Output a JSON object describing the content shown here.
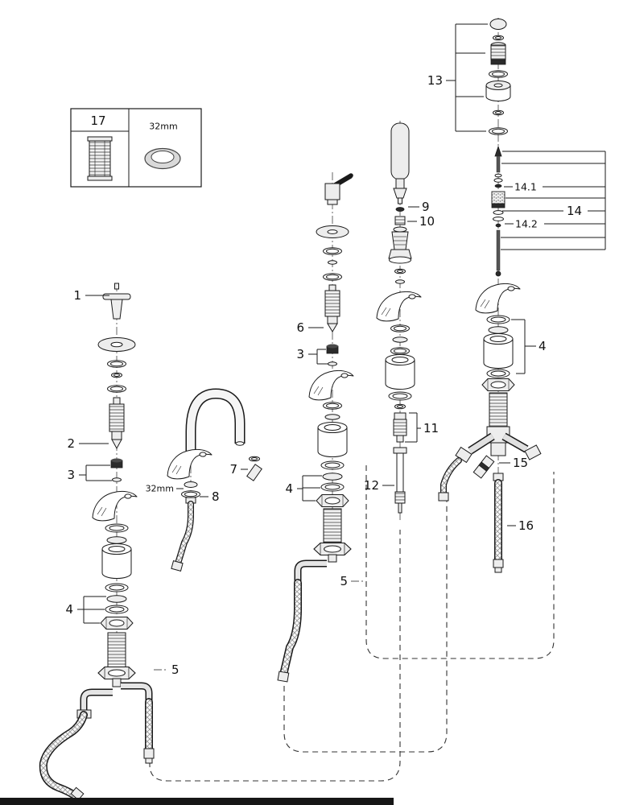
{
  "colors": {
    "background": "#ffffff",
    "line": "#1a1a1a",
    "fill_light": "#ededed",
    "fill_dark": "#2b2b2b"
  },
  "inset": {
    "part_label": "17",
    "dimension_label": "32mm"
  },
  "callouts": {
    "c1": "1",
    "c2": "2",
    "c3_left": "3",
    "c4_left": "4",
    "c5_left": "5",
    "c6": "6",
    "c3_mid": "3",
    "c4_mid": "4",
    "c5_mid": "5",
    "c7": "7",
    "c8": "8",
    "c8_dim": "32mm",
    "c9": "9",
    "c10": "10",
    "c11": "11",
    "c12": "12",
    "c13": "13",
    "c14": "14",
    "c14_1": "14.1",
    "c14_2": "14.2",
    "c4_right": "4",
    "c15": "15",
    "c16": "16"
  }
}
